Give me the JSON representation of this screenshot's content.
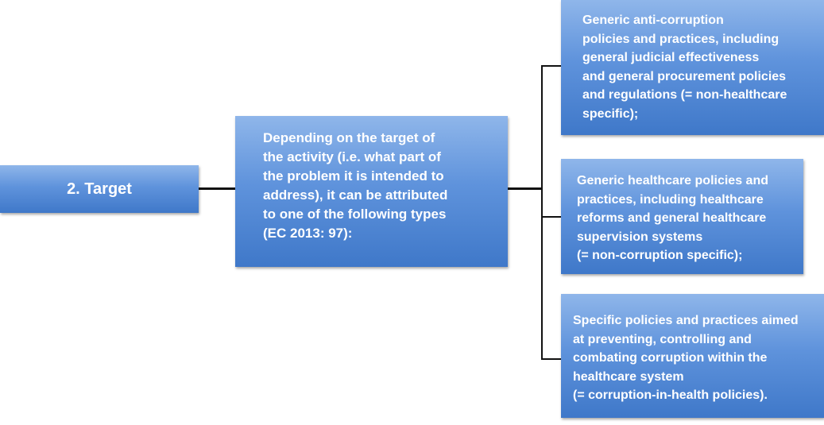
{
  "target_label": "2. Target",
  "main_text": "Depending on the target of\nthe activity (i.e. what part of\nthe problem it is intended to\naddress), it can be attributed\nto one of the following types\n(EC 2013: 97):",
  "types": [
    "Generic anti-corruption\npolicies and practices, including\ngeneral judicial effectiveness\nand general procurement policies\nand regulations (= non-healthcare\nspecific);",
    "Generic healthcare policies and\npractices, including healthcare\nreforms and general healthcare\nsupervision systems\n(= non-corruption specific);",
    "Specific policies and practices aimed\nat preventing, controlling and\ncombating corruption within the\nhealthcare system\n(= corruption-in-health policies)."
  ],
  "colors": {
    "box_top": "#8fb6ea",
    "box_bottom": "#3f78c9",
    "connector": "#111111",
    "text": "#ffffff"
  }
}
